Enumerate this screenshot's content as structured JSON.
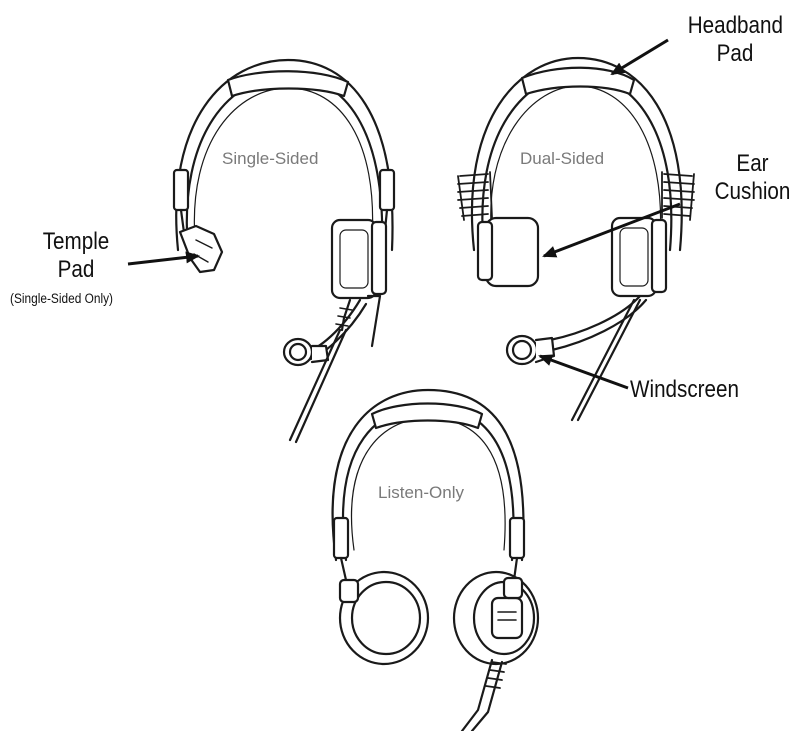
{
  "models": {
    "single": "Single-Sided",
    "dual": "Dual-Sided",
    "listen": "Listen-Only"
  },
  "callouts": {
    "headband_line1": "Headband",
    "headband_line2": "Pad",
    "ear_line1": "Ear",
    "ear_line2": "Cushion",
    "temple_line1": "Temple",
    "temple_line2": "Pad",
    "temple_note": "(Single-Sided Only)",
    "windscreen": "Windscreen"
  },
  "colors": {
    "stroke": "#1a1a1a",
    "model_label": "#7a7a7a",
    "background": "#ffffff"
  }
}
